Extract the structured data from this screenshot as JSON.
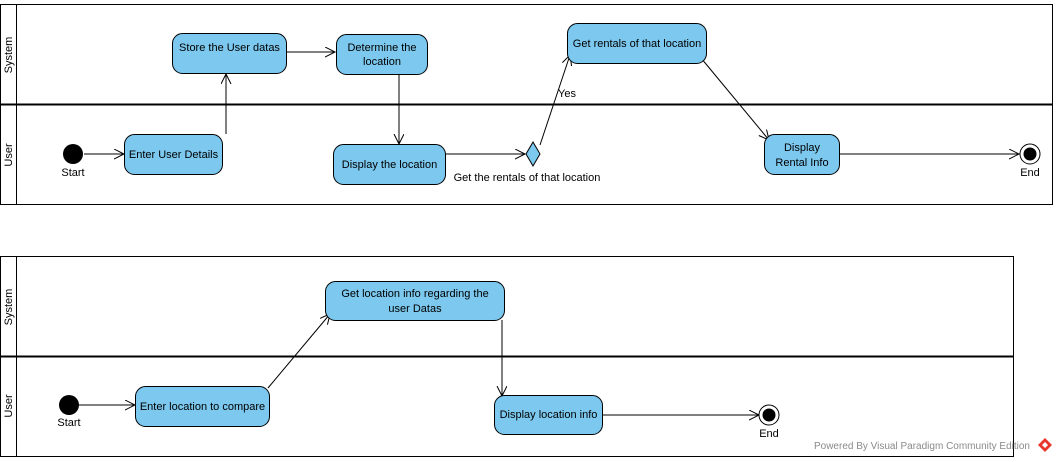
{
  "colors": {
    "action_fill": "#7cc8ee",
    "stroke": "#000000",
    "footer_text": "#8a8a8a",
    "logo_red": "#e8362b"
  },
  "diagram1": {
    "lanes": [
      "System",
      "User"
    ],
    "start_label": "Start",
    "end_label": "End",
    "actions": [
      "Store the User datas",
      [
        "Determine the",
        "location"
      ],
      "Get rentals of that location",
      "Enter User Details",
      "Display the location",
      [
        "Display",
        "Rental Info"
      ]
    ],
    "guard_yes": "Yes",
    "flow_note": "Get the rentals of that location"
  },
  "diagram2": {
    "lanes": [
      "System",
      "User"
    ],
    "start_label": "Start",
    "end_label": "End",
    "actions": [
      [
        "Get location info regarding the",
        "user Datas"
      ],
      "Enter location to compare",
      "Display location info"
    ]
  },
  "footer": {
    "text": "Powered By Visual Paradigm Community Edition",
    "logo_icon": "visual-paradigm-logo-icon"
  }
}
